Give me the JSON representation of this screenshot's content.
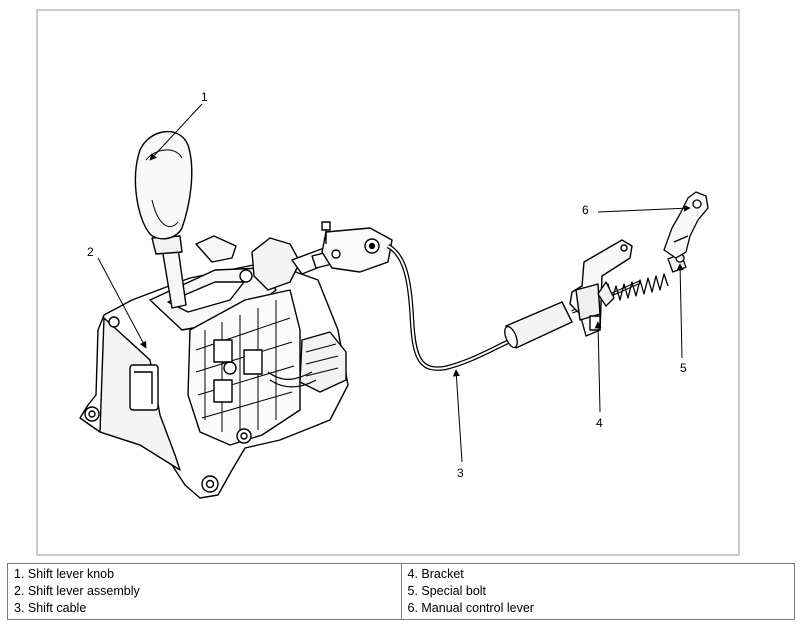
{
  "callouts": [
    "1",
    "2",
    "3",
    "4",
    "5",
    "6"
  ],
  "legend": {
    "left": [
      "1. Shift lever knob",
      "2. Shift lever assembly",
      "3. Shift cable"
    ],
    "right": [
      "4. Bracket",
      "5. Special bolt",
      "6. Manual control lever"
    ]
  }
}
